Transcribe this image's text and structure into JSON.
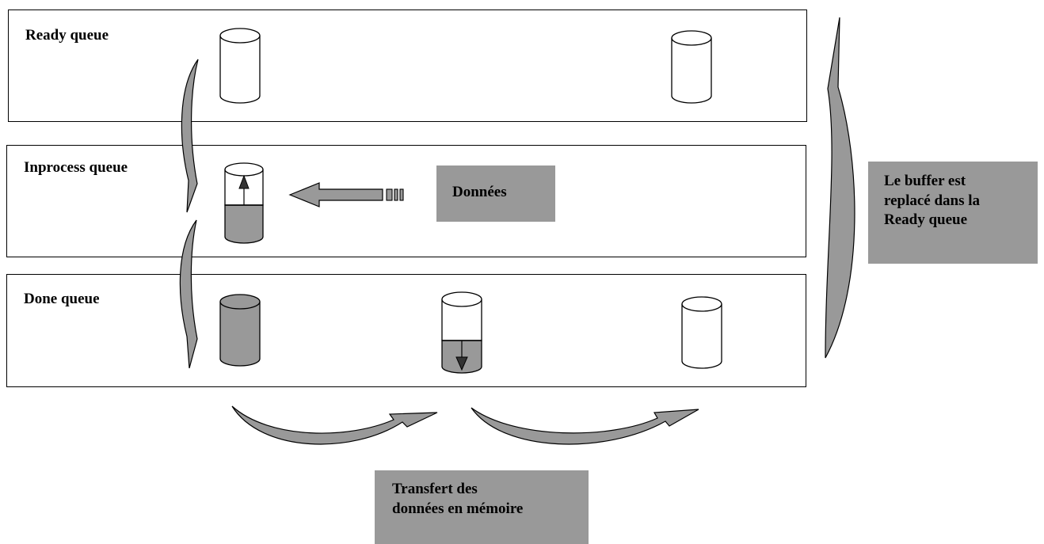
{
  "queues": [
    {
      "id": "ready",
      "label": "Ready queue"
    },
    {
      "id": "inprocess",
      "label": "Inprocess queue"
    },
    {
      "id": "done",
      "label": "Done queue"
    }
  ],
  "callouts": {
    "donnees": "Données",
    "replace": [
      "Le buffer est",
      "replacé dans la",
      "Ready queue"
    ],
    "transfert": [
      "Transfert des",
      "données en mémoire"
    ]
  },
  "colors": {
    "fill_gray": "#999999",
    "buffer_filled": "#999999",
    "buffer_empty": "#ffffff",
    "stroke": "#000000"
  }
}
